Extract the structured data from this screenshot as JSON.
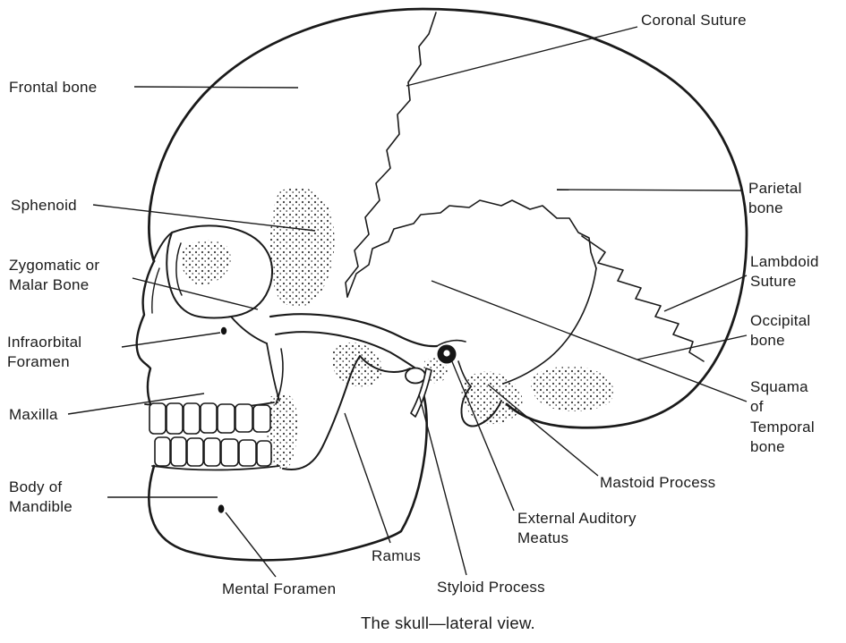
{
  "diagram": {
    "caption": "The skull—lateral view.",
    "colors": {
      "ink": "#1a1a1a",
      "paper": "#ffffff"
    },
    "labels": {
      "frontal_bone": "Frontal bone",
      "coronal_suture": "Coronal Suture",
      "parietal_bone": "Parietal\nbone",
      "sphenoid": "Sphenoid",
      "lambdoid_suture": "Lambdoid\nSuture",
      "zygomatic": "Zygomatic or\nMalar Bone",
      "occipital_bone": "Occipital\nbone",
      "infraorbital_foramen": "Infraorbital\nForamen",
      "squama_temporal": "Squama\nof\nTemporal\nbone",
      "maxilla": "Maxilla",
      "mastoid_process": "Mastoid Process",
      "body_of_mandible": "Body of\nMandible",
      "external_auditory_meatus": "External Auditory\nMeatus",
      "ramus": "Ramus",
      "mental_foramen": "Mental Foramen",
      "styloid_process": "Styloid Process"
    }
  }
}
